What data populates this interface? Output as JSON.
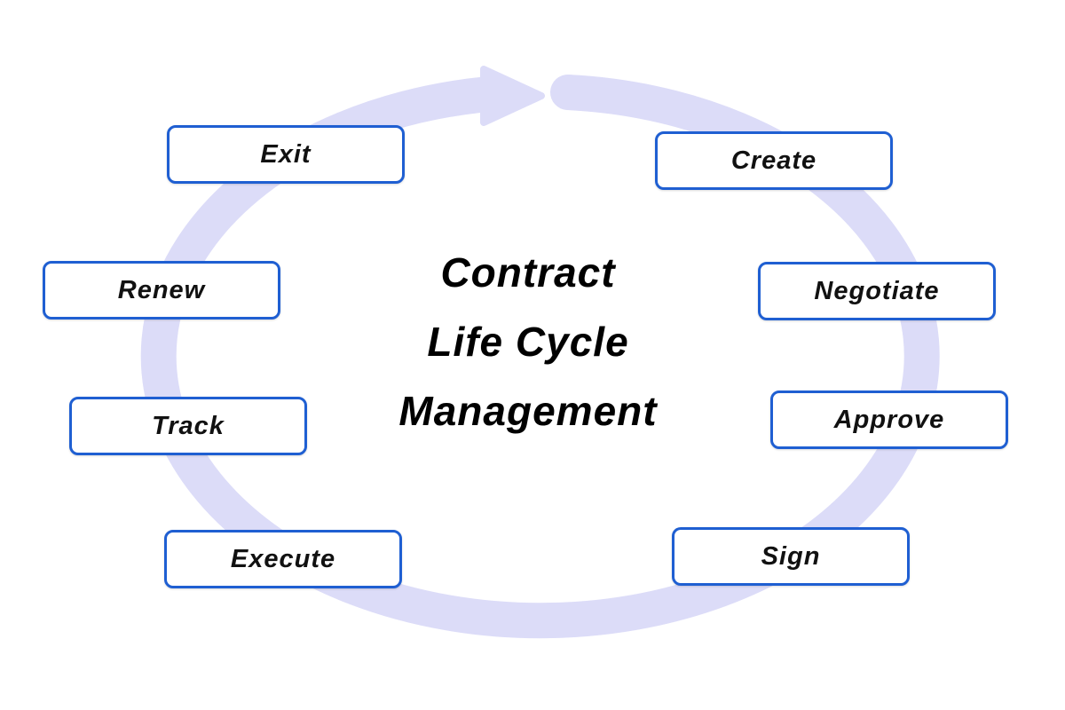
{
  "title": {
    "lines": [
      "Contract",
      "Life Cycle",
      "Management"
    ]
  },
  "stages": [
    "Create",
    "Negotiate",
    "Approve",
    "Sign",
    "Execute",
    "Track",
    "Renew",
    "Exit"
  ],
  "colors": {
    "ring": "#dcdcf8",
    "box_border": "#1f5fd2"
  }
}
